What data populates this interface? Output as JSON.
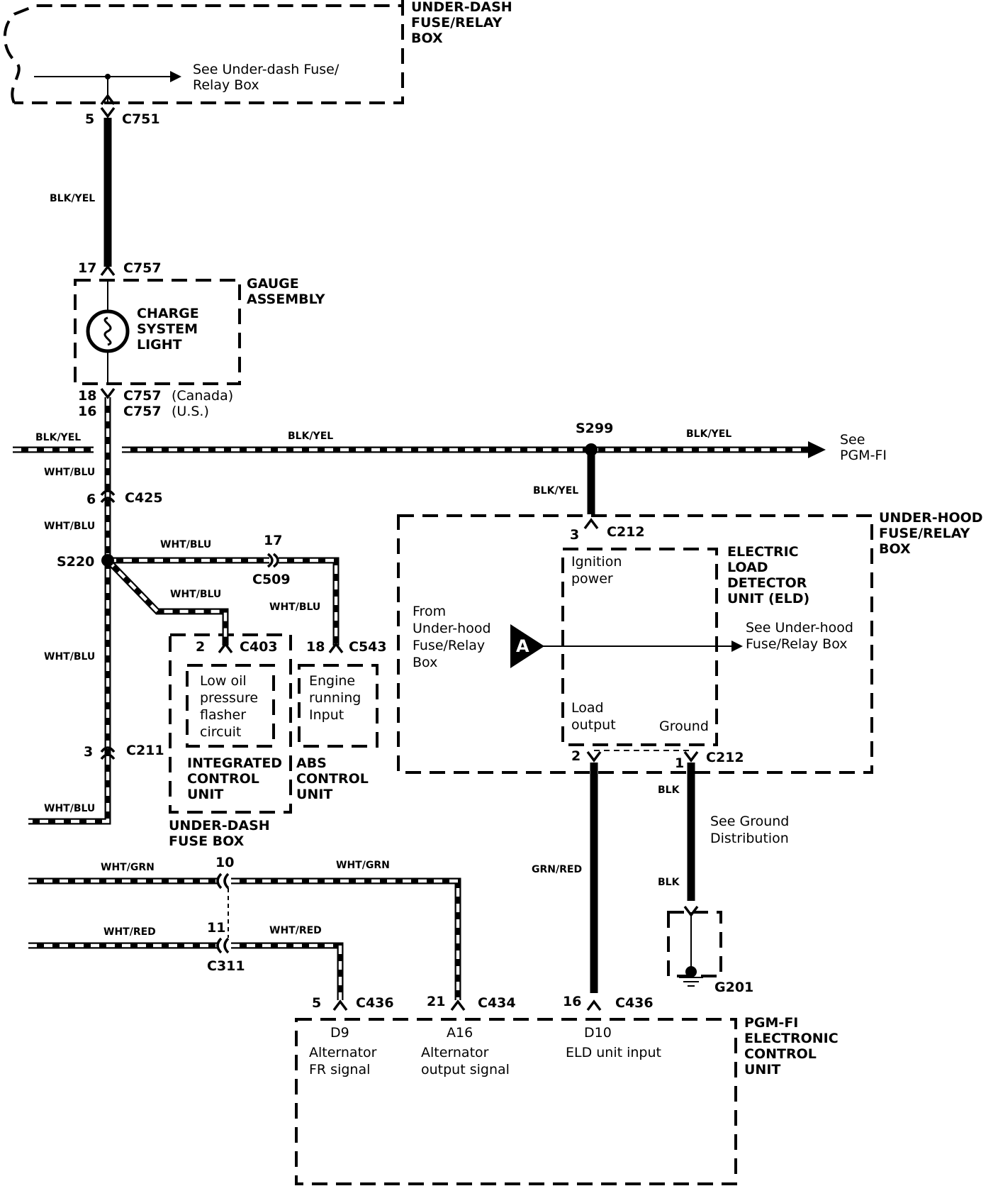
{
  "boxes": {
    "under_dash_fuse_relay": [
      "UNDER-DASH",
      "FUSE/RELAY",
      "BOX"
    ],
    "gauge_assembly": [
      "GAUGE",
      "ASSEMBLY"
    ],
    "charge_light": [
      "CHARGE",
      "SYSTEM",
      "LIGHT"
    ],
    "under_hood_fuse_relay": [
      "UNDER-HOOD",
      "FUSE/RELAY",
      "BOX"
    ],
    "eld": [
      "ELECTRIC",
      "LOAD",
      "DETECTOR",
      "UNIT (ELD)"
    ],
    "integrated_control": [
      "INTEGRATED",
      "CONTROL",
      "UNIT"
    ],
    "abs_control": [
      "ABS",
      "CONTROL",
      "UNIT"
    ],
    "under_dash_fuse_box": [
      "UNDER-DASH",
      "FUSE BOX"
    ],
    "pgm_fi_ecu": [
      "PGM-FI",
      "ELECTRONIC",
      "CONTROL",
      "UNIT"
    ]
  },
  "notes": {
    "see_under_dash": [
      "See Under-dash Fuse/",
      "Relay Box"
    ],
    "see_pgm_fi": [
      "See",
      "PGM-FI"
    ],
    "from_under_hood": [
      "From",
      "Under-hood",
      "Fuse/Relay",
      "Box"
    ],
    "see_under_hood": [
      "See Under-hood",
      "Fuse/Relay Box"
    ],
    "see_ground": [
      "See Ground",
      "Distribution"
    ],
    "ignition_power": [
      "Ignition",
      "power"
    ],
    "load_output": [
      "Load",
      "output"
    ],
    "ground": "Ground",
    "low_oil": [
      "Low oil",
      "pressure",
      "flasher",
      "circuit"
    ],
    "engine_running": [
      "Engine",
      "running",
      "Input"
    ],
    "canada": "(Canada)",
    "us": "(U.S.)",
    "ref_a": "A"
  },
  "wires": {
    "blk_yel": "BLK/YEL",
    "wht_blu": "WHT/BLU",
    "wht_grn": "WHT/GRN",
    "wht_red": "WHT/RED",
    "grn_red": "GRN/RED",
    "blk": "BLK"
  },
  "connectors": {
    "c751": "C751",
    "c757": "C757",
    "c425": "C425",
    "c509": "C509",
    "c403": "C403",
    "c543": "C543",
    "c211": "C211",
    "c212": "C212",
    "c311": "C311",
    "c436": "C436",
    "c434": "C434"
  },
  "splices": {
    "s220": "S220",
    "s299": "S299",
    "g201": "G201"
  },
  "pins": {
    "p5": "5",
    "p17": "17",
    "p18": "18",
    "p16": "16",
    "p6": "6",
    "p3": "3",
    "p2": "2",
    "p1": "1",
    "p10": "10",
    "p11": "11",
    "p21": "21"
  },
  "ecu_terminals": [
    {
      "id": "D9",
      "desc": [
        "Alternator",
        "FR signal"
      ]
    },
    {
      "id": "A16",
      "desc": [
        "Alternator",
        "output signal"
      ]
    },
    {
      "id": "D10",
      "desc": [
        "ELD unit input"
      ]
    }
  ]
}
